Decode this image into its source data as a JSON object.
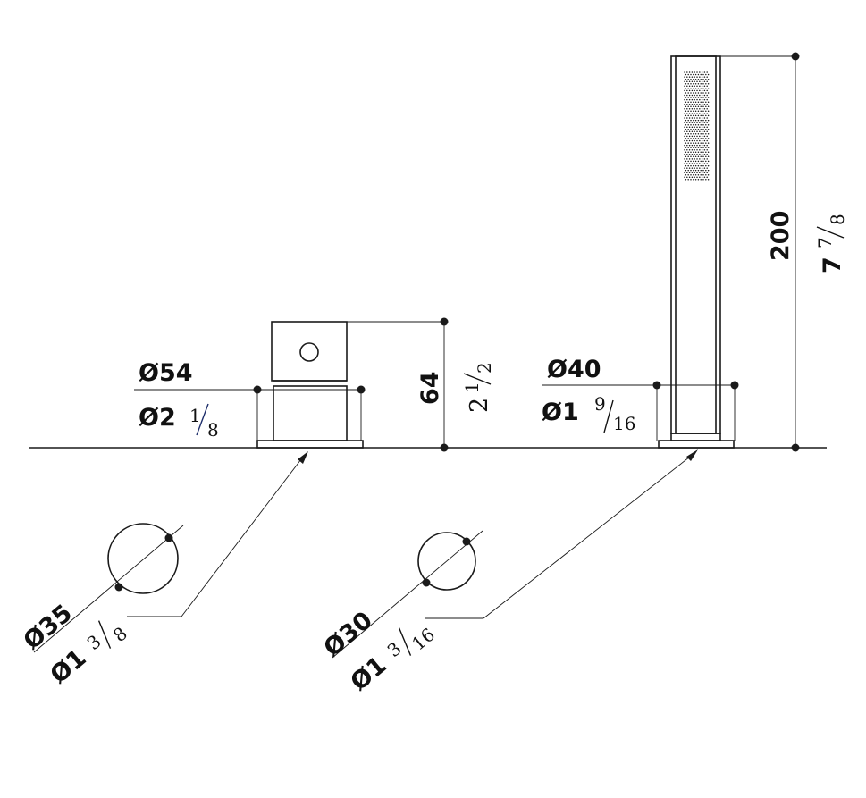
{
  "dimensions": {
    "total_height": {
      "metric": "200",
      "imperial_whole": "7",
      "imperial_num": "7",
      "imperial_den": "8"
    },
    "mixer_height": {
      "metric": "64",
      "imperial_whole": "2",
      "imperial_num": "1",
      "imperial_den": "2"
    },
    "mixer_base_dia": {
      "metric": "Ø54",
      "imperial_whole": "Ø2",
      "imperial_num": "1",
      "imperial_den": "8"
    },
    "shower_base_dia": {
      "metric": "Ø40",
      "imperial_whole": "Ø1",
      "imperial_num": "9",
      "imperial_den": "16"
    },
    "mixer_hole_dia": {
      "metric": "Ø35",
      "imperial_whole": "Ø1",
      "imperial_num": "3",
      "imperial_den": "8"
    },
    "shower_hole_dia": {
      "metric": "Ø30",
      "imperial_whole": "Ø1",
      "imperial_num": "3",
      "imperial_den": "16"
    }
  },
  "colors": {
    "line": "#1a1a1a",
    "accent_slash": "#1f2f6b"
  }
}
